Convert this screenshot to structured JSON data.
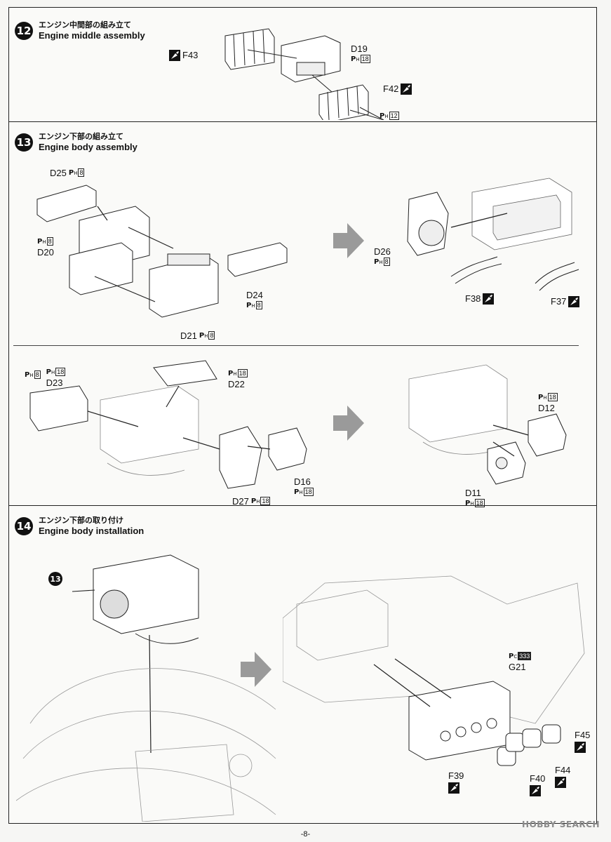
{
  "steps": [
    {
      "number": "12",
      "title_jp": "エンジン中間部の組み立て",
      "title_en": "Engine middle assembly"
    },
    {
      "number": "13",
      "title_jp": "エンジン下部の組み立て",
      "title_en": "Engine body assembly"
    },
    {
      "number": "14",
      "title_jp": "エンジン下部の取り付け",
      "title_en": "Engine body installation"
    }
  ],
  "parts": {
    "F43": "F43",
    "D19": "D19",
    "F42": "F42",
    "D25": "D25",
    "D20": "D20",
    "D24": "D24",
    "D21": "D21",
    "D26": "D26",
    "F38": "F38",
    "F37": "F37",
    "D23": "D23",
    "D22": "D22",
    "D16": "D16",
    "D27": "D27",
    "D12": "D12",
    "D11": "D11",
    "G21": "G21",
    "F45": "F45",
    "F44": "F44",
    "F40": "F40",
    "F39": "F39"
  },
  "paint": {
    "p": "P",
    "h": "H",
    "c": "C",
    "c18": "18",
    "c12": "12",
    "c8": "8",
    "c333": "333"
  },
  "ref_step": "13",
  "page_number": "-8-",
  "watermark": "HOBBY SEARCH",
  "colors": {
    "line": "#222222",
    "arrow_fill": "#9a9a9a",
    "badge": "#111111"
  }
}
